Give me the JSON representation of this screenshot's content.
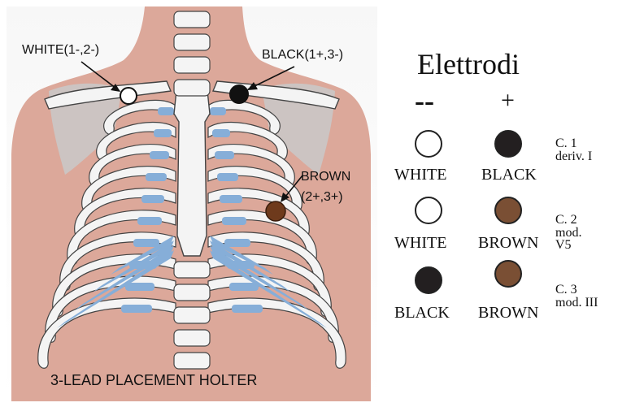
{
  "diagram": {
    "caption": "3-LEAD PLACEMENT HOLTER",
    "callouts": {
      "white": "WHITE(1-,2-)",
      "black": "BLACK(1+,3-)",
      "brown_line1": "BROWN",
      "brown_line2": "(2+,3+)"
    }
  },
  "legend": {
    "title": "Elettrodi",
    "negative_header": "--",
    "positive_header": "+",
    "rows": [
      {
        "negative": {
          "label": "WHITE",
          "color": "#ffffff"
        },
        "positive": {
          "label": "BLACK",
          "color": "#231f20"
        },
        "channel": [
          "C. 1",
          "deriv. I"
        ]
      },
      {
        "negative": {
          "label": "WHITE",
          "color": "#ffffff"
        },
        "positive": {
          "label": "BROWN",
          "color": "#7a4f34"
        },
        "channel": [
          "C. 2",
          "mod.",
          "V5"
        ]
      },
      {
        "negative": {
          "label": "BLACK",
          "color": "#231f20"
        },
        "positive": {
          "label": "BROWN",
          "color": "#7a4f34"
        },
        "channel": [
          "C. 3",
          "mod. III"
        ]
      }
    ]
  },
  "colors": {
    "skin": "#dca89a",
    "bone": "#f4f4f4",
    "cartilage": "#86aed8",
    "electrode_brown_body": "#6e3a1c"
  }
}
